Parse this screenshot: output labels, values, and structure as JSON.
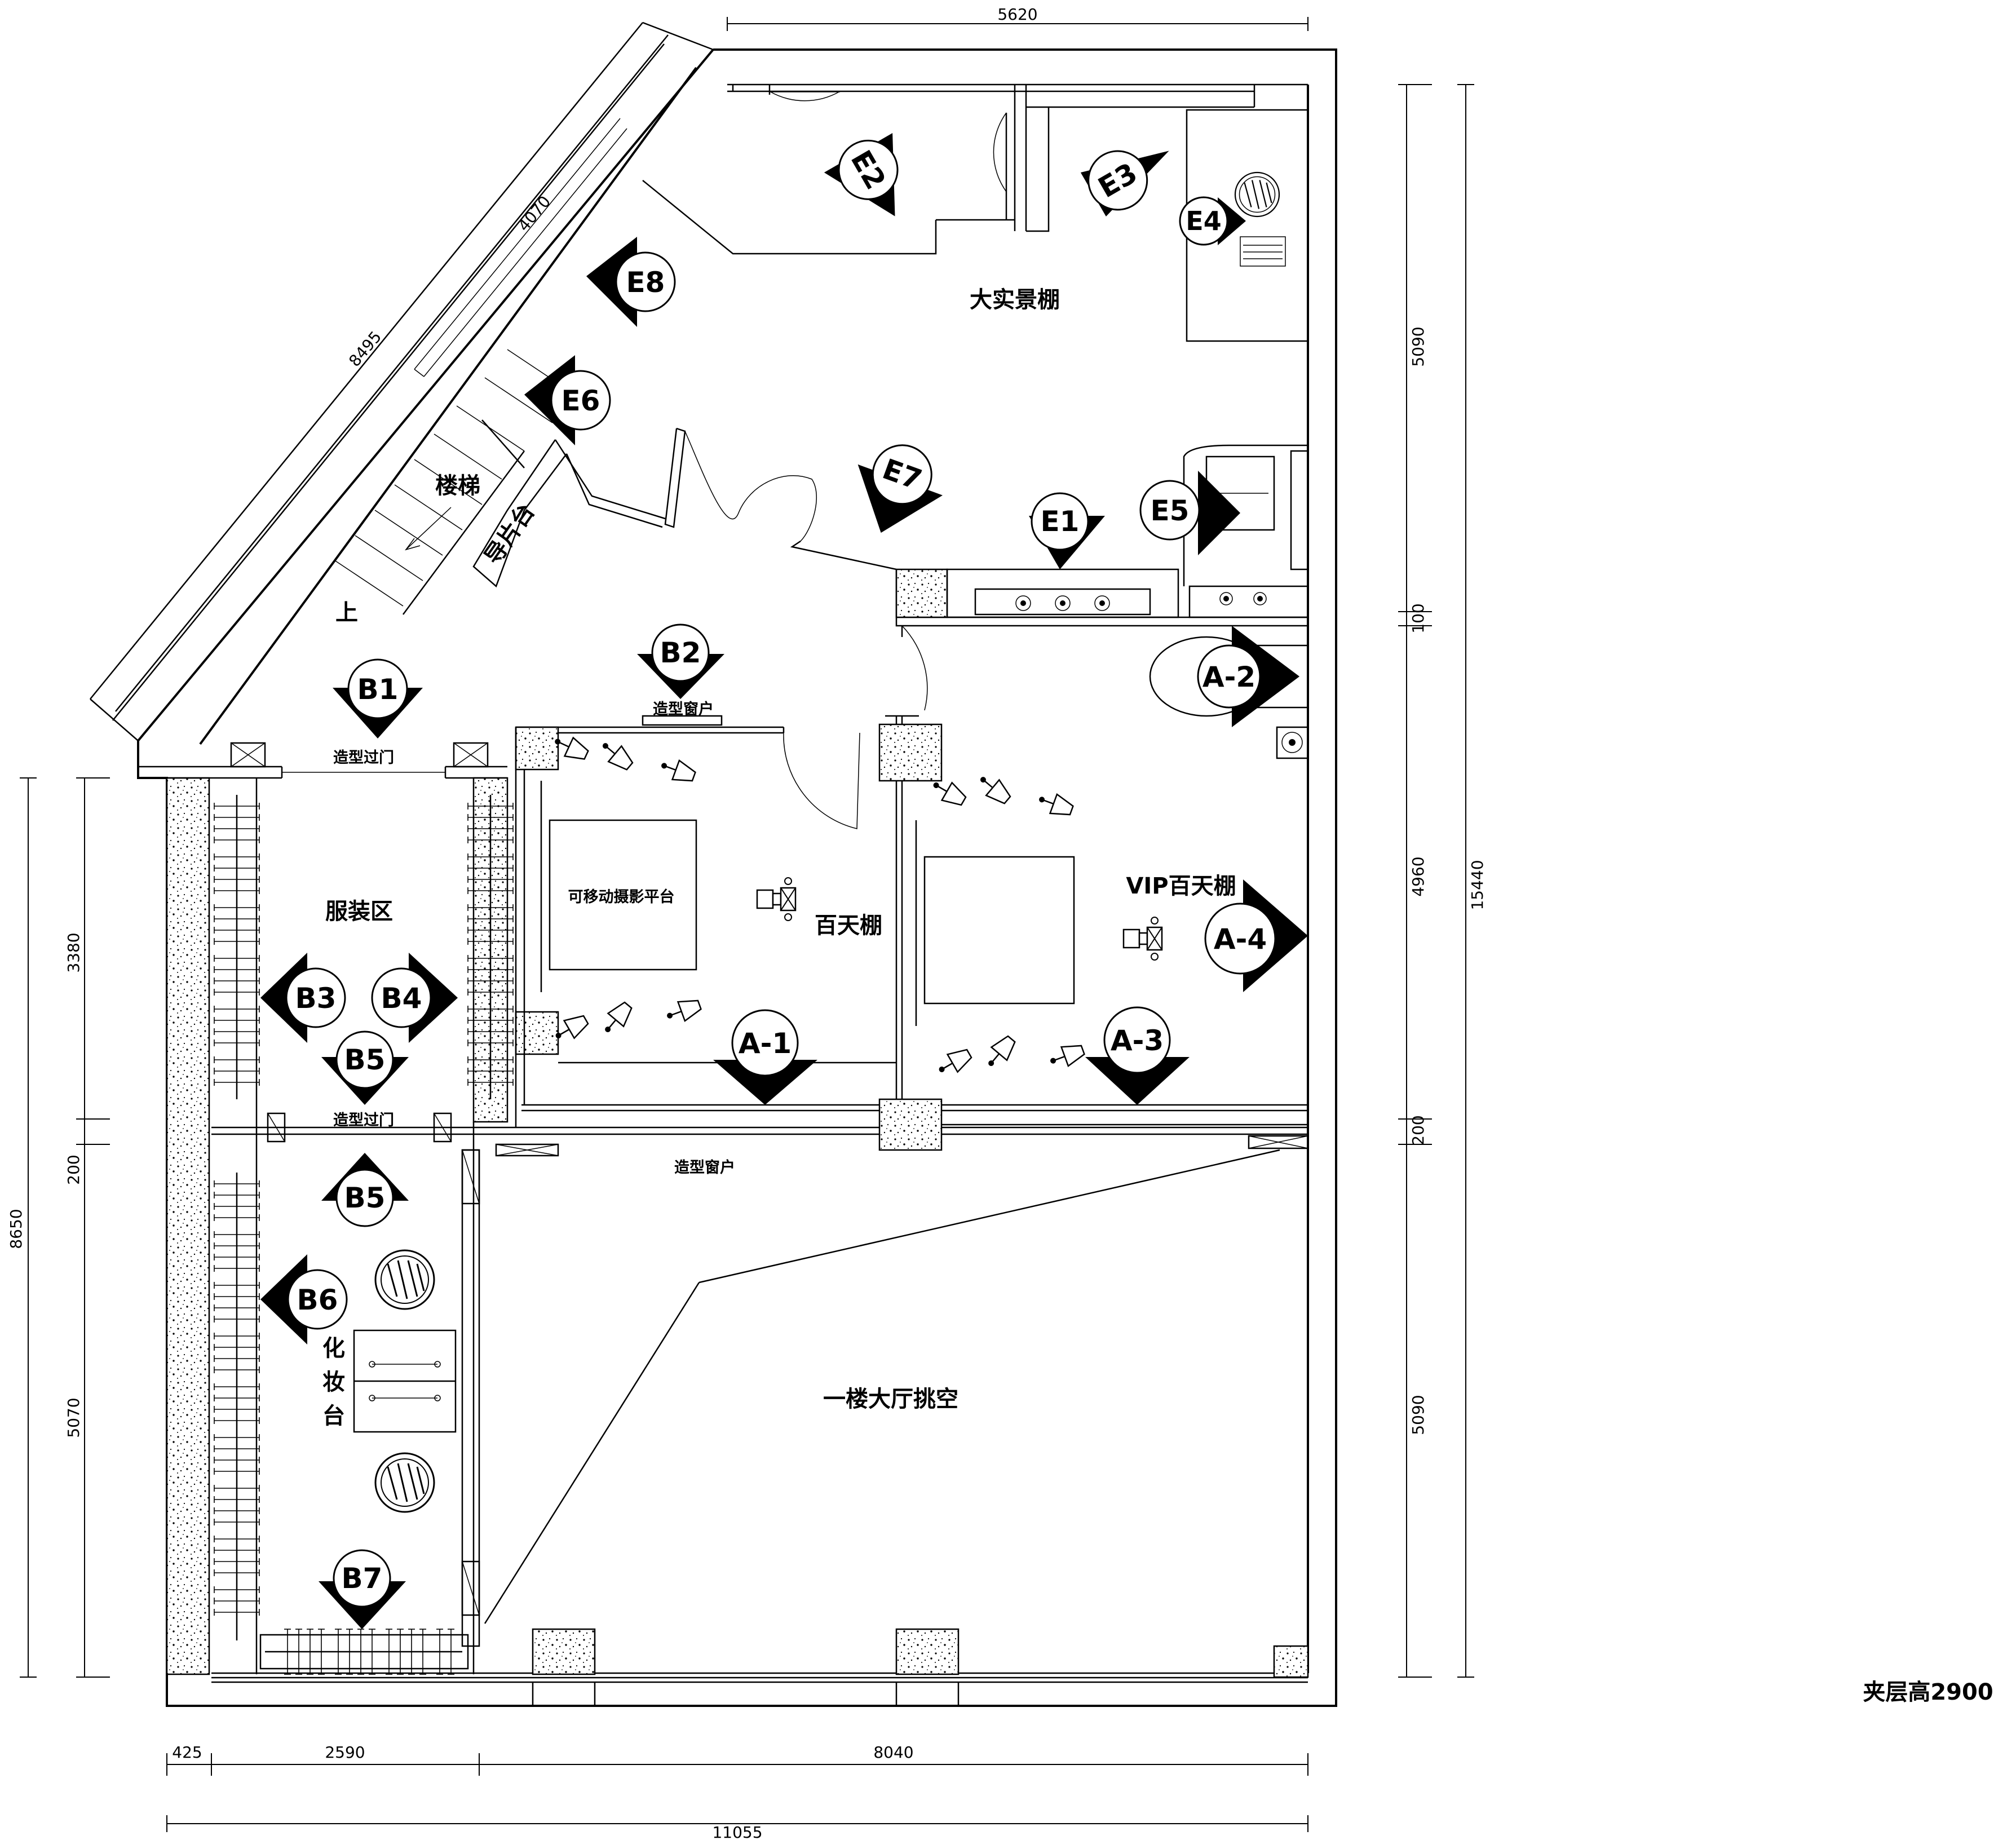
{
  "rooms": {
    "big_set": "大实景棚",
    "stairs": "楼梯",
    "guide_desk": "导片台",
    "up": "上",
    "costume_area": "服装区",
    "baby_studio": "百天棚",
    "vip_baby_studio": "VIP百天棚",
    "mobile_platform": "可移动摄影平台",
    "lobby_void": "一楼大厅挑空",
    "makeup_1": "化",
    "makeup_2": "妆",
    "makeup_3": "台"
  },
  "labels": {
    "feature_door_top": "造型过门",
    "feature_door_mid": "造型过门",
    "feature_window_top": "造型窗户",
    "feature_window_mid": "造型窗户",
    "mezzanine_height": "夹层高2900"
  },
  "dimensions": {
    "top_width": "5620",
    "diag_outer": "8495",
    "diag_inner": "4070",
    "right_top": "5090",
    "right_gap1": "100",
    "right_mid": "4960",
    "right_gap2": "200",
    "right_bottom": "5090",
    "right_total": "15440",
    "left_top": "3380",
    "left_gap": "200",
    "left_bottom": "5070",
    "left_total": "8650",
    "bottom_a": "425",
    "bottom_b": "2590",
    "bottom_c": "8040",
    "bottom_total": "11055"
  },
  "markers": {
    "e1": "E1",
    "e2": "E2",
    "e3": "E3",
    "e4": "E4",
    "e5": "E5",
    "e6": "E6",
    "e7": "E7",
    "e8": "E8",
    "a1": "A-1",
    "a2": "A-2",
    "a3": "A-3",
    "a4": "A-4",
    "b1": "B1",
    "b2": "B2",
    "b3": "B3",
    "b4": "B4",
    "b5a": "B5",
    "b5b": "B5",
    "b6": "B6",
    "b7": "B7"
  }
}
